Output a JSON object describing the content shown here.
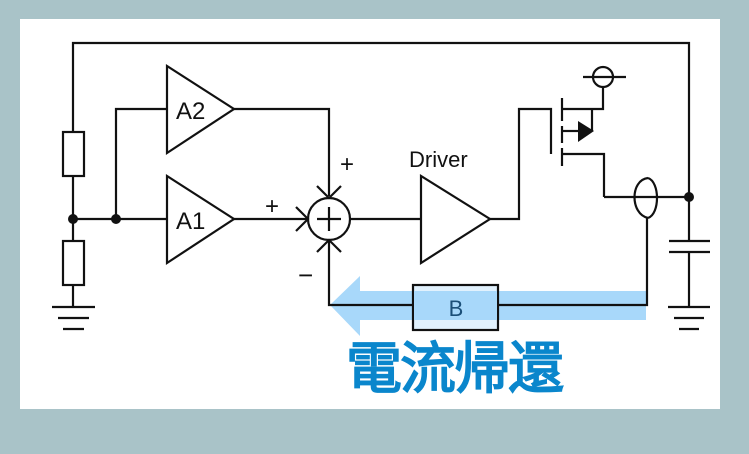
{
  "diagram": {
    "type": "circuit-block-diagram",
    "labels": {
      "amp1": "A1",
      "amp2": "A2",
      "driver": "Driver",
      "feedback_block": "B",
      "sum_plus_top": "+",
      "sum_plus_left": "+",
      "sum_minus_bottom": "−"
    },
    "caption": "電流帰還",
    "colors": {
      "background": "#a9c3c8",
      "panel": "#ffffff",
      "wire": "#111111",
      "arrow": "#a8d8fa",
      "caption": "#0a86cc",
      "block_text": "#1b4f78"
    },
    "components": [
      {
        "name": "resistor-upper"
      },
      {
        "name": "resistor-lower"
      },
      {
        "name": "ground-left"
      },
      {
        "name": "amplifier-A2"
      },
      {
        "name": "amplifier-A1"
      },
      {
        "name": "summing-junction"
      },
      {
        "name": "driver-amplifier"
      },
      {
        "name": "mosfet"
      },
      {
        "name": "supply-terminal"
      },
      {
        "name": "current-sensor"
      },
      {
        "name": "capacitor"
      },
      {
        "name": "ground-right"
      },
      {
        "name": "feedback-block-B"
      },
      {
        "name": "current-feedback-arrow"
      }
    ]
  }
}
